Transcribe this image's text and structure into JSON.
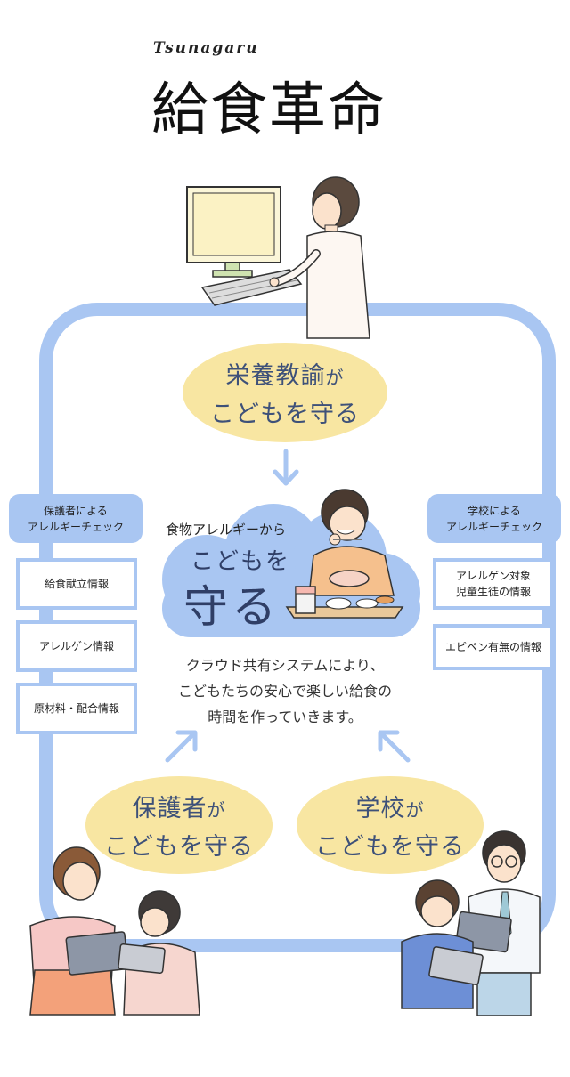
{
  "logo": {
    "subtitle": "Tsunagaru",
    "title": "給食革命"
  },
  "top_oval": {
    "line1_main": "栄養教諭",
    "line1_suffix": "が",
    "line2": "こどもを守る"
  },
  "center": {
    "line1": "食物アレルギーから",
    "line2": "こどもを",
    "line3": "守る",
    "description": [
      "クラウド共有システムにより、",
      "こどもたちの安心で楽しい給食の",
      "時間を作っていきます。"
    ]
  },
  "left_panel": {
    "heading": [
      "保護者による",
      "アレルギーチェック"
    ],
    "items": [
      "給食献立情報",
      "アレルゲン情報",
      "原材料・配合情報"
    ]
  },
  "right_panel": {
    "heading": [
      "学校による",
      "アレルギーチェック"
    ],
    "items": [
      [
        "アレルゲン対象",
        "児童生徒の情報"
      ],
      [
        "エピペン有無の情報"
      ]
    ]
  },
  "left_oval": {
    "line1_main": "保護者",
    "line1_suffix": "が",
    "line2": "こどもを守る"
  },
  "right_oval": {
    "line1_main": "学校",
    "line1_suffix": "が",
    "line2": "こどもを守る"
  },
  "colors": {
    "loop": "#a9c6f2",
    "oval": "#f8e6a2",
    "text_accent": "#3e5179"
  },
  "icons": [
    "nutrition-teacher-illustration",
    "child-eating-illustration",
    "parent-child-tablet-illustration",
    "teacher-student-tablet-illustration",
    "arrow-down-icon",
    "arrow-up-right-icon",
    "arrow-up-left-icon"
  ]
}
